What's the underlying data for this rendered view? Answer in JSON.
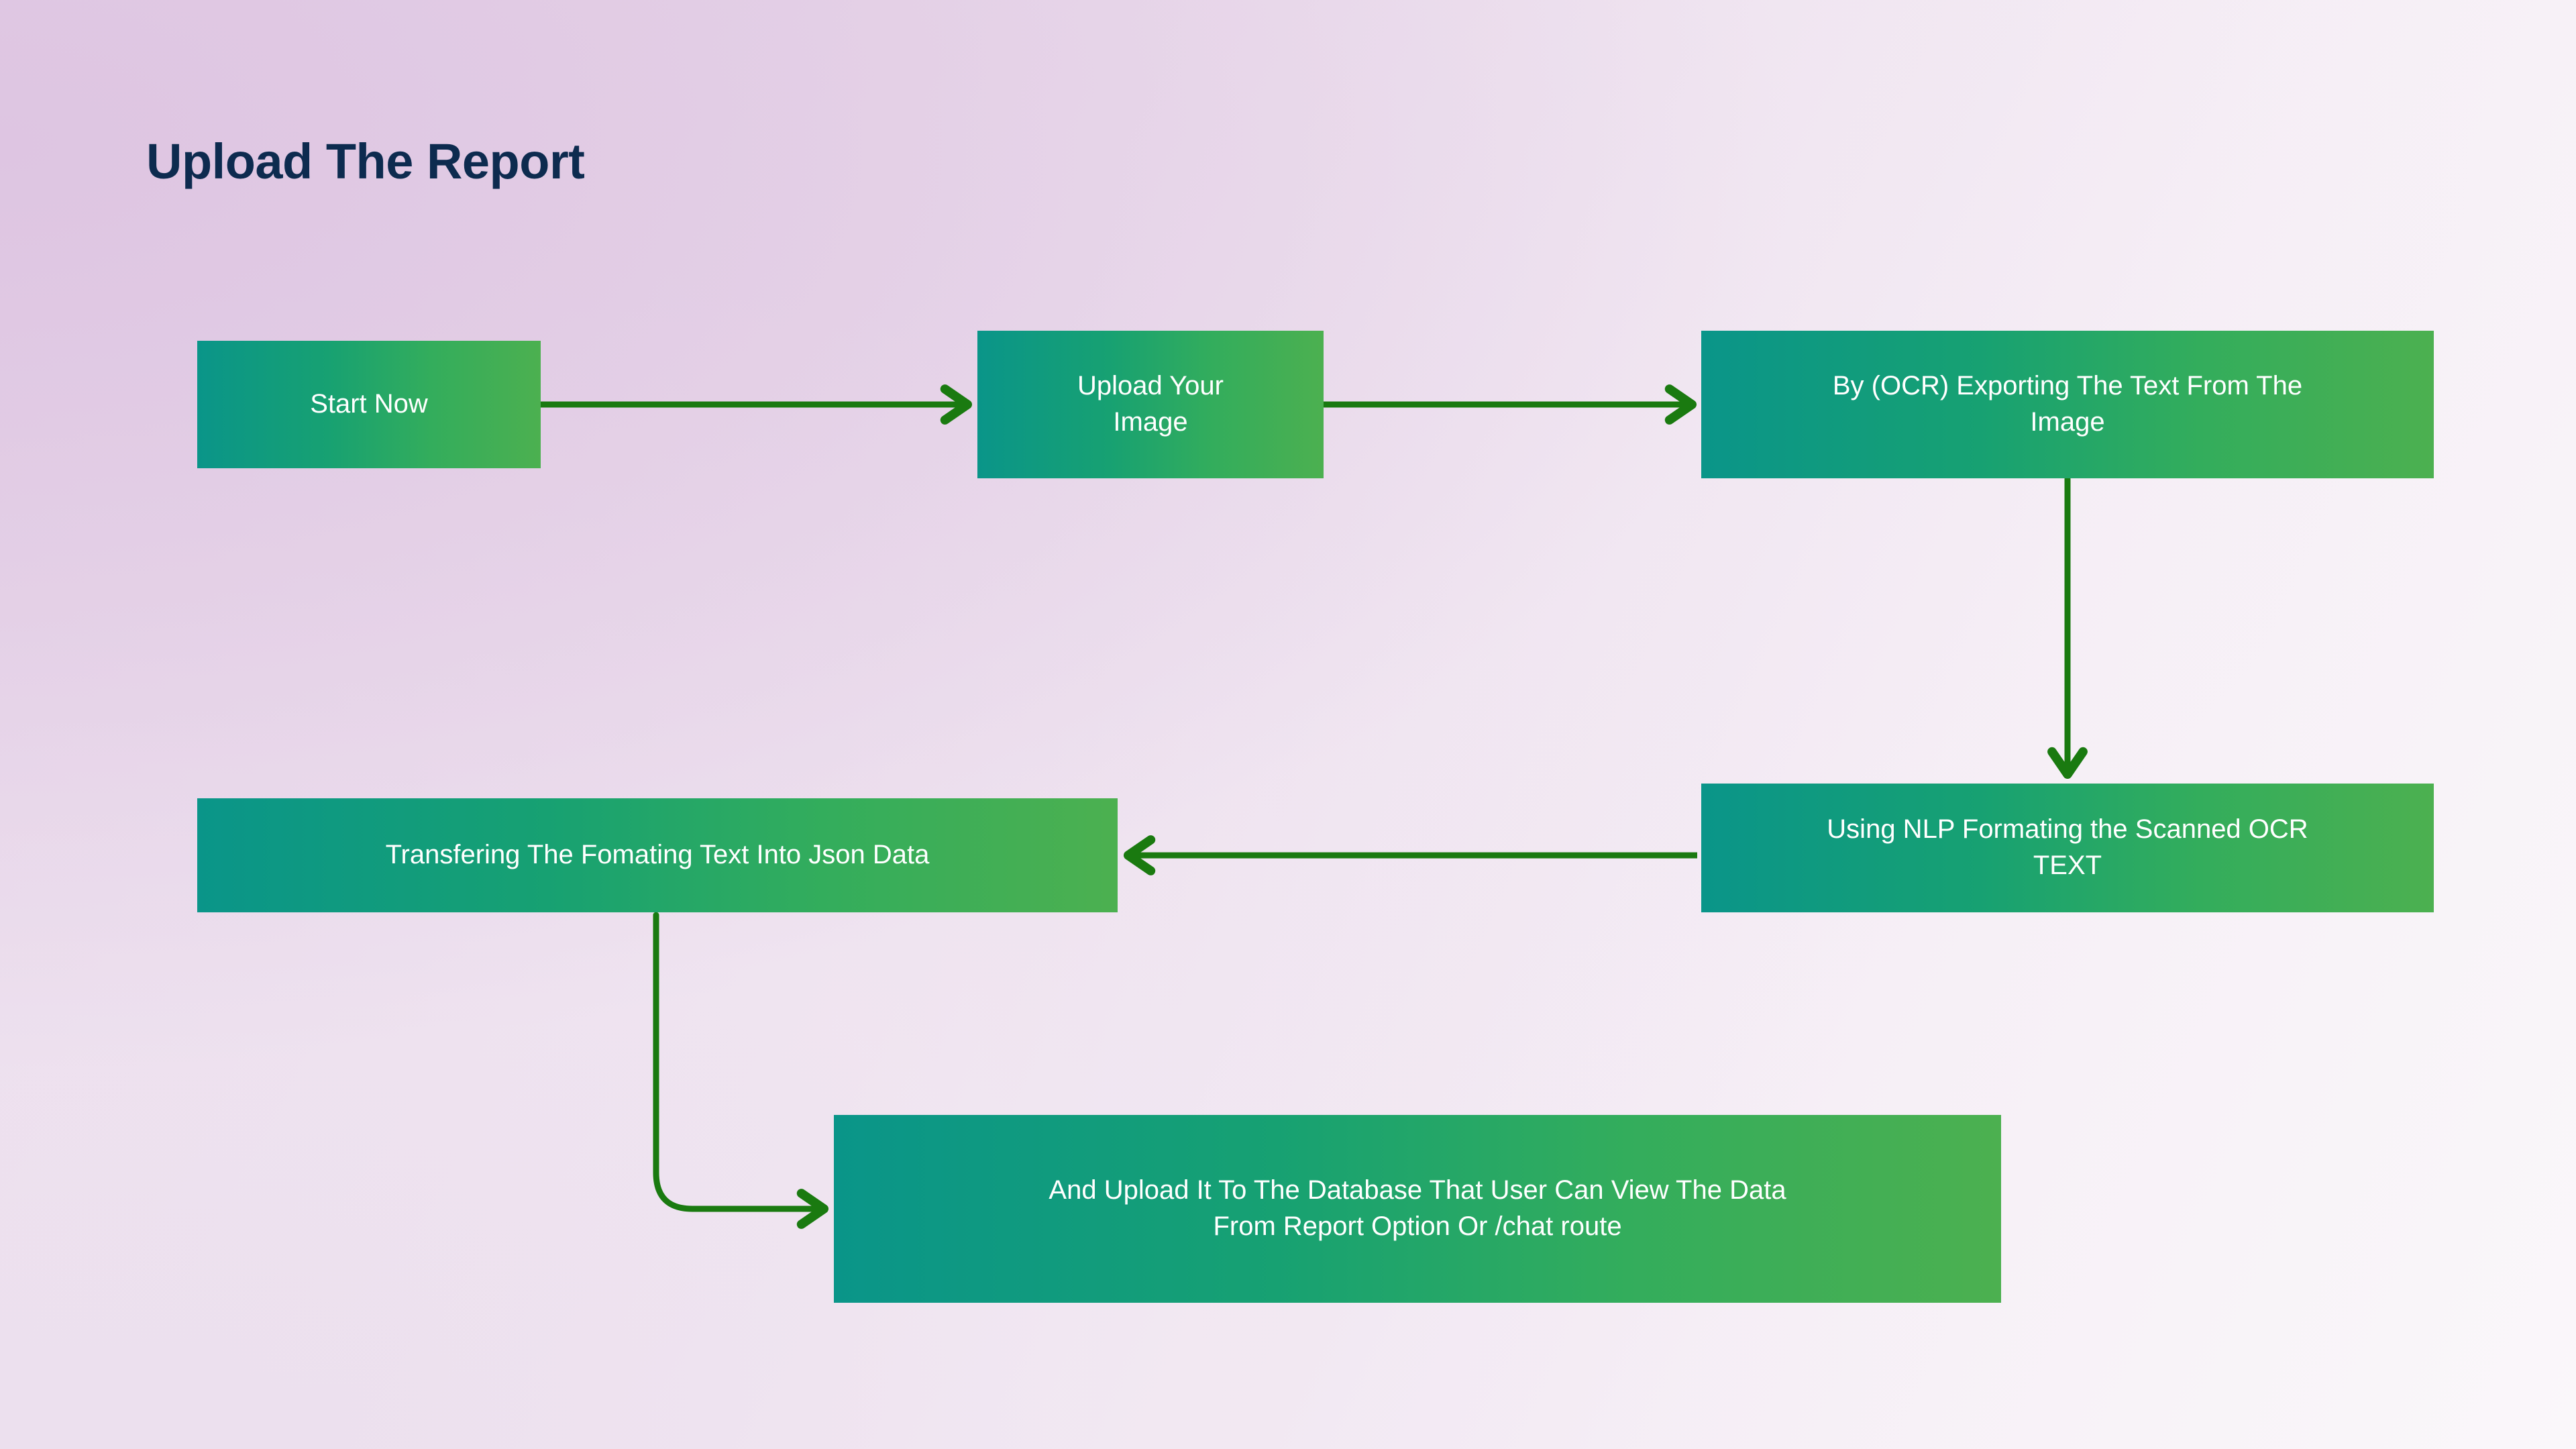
{
  "page": {
    "title": "Upload The Report",
    "background_start": "#e0c8e2",
    "background_end": "#faf7fa",
    "title_color": "#0d2b4f"
  },
  "theme": {
    "node_gradient_start": "#0a9589",
    "node_gradient_end": "#4cb050",
    "node_text_color": "#ffffff",
    "connector_color": "#1a7a10"
  },
  "diagram": {
    "type": "flowchart",
    "nodes": [
      {
        "id": "start",
        "label": "Start Now"
      },
      {
        "id": "upload",
        "label": "Upload Your\nImage"
      },
      {
        "id": "ocr",
        "label": "By (OCR) Exporting The Text From The\nImage"
      },
      {
        "id": "nlp",
        "label": "Using NLP Formating the Scanned OCR\nTEXT"
      },
      {
        "id": "transfer",
        "label": "Transfering The Fomating Text Into Json Data"
      },
      {
        "id": "database",
        "label": "And Upload It To The Database That User Can View The Data\nFrom Report Option Or /chat route"
      }
    ],
    "edges": [
      {
        "from": "start",
        "to": "upload",
        "direction": "right",
        "style": "straight"
      },
      {
        "from": "upload",
        "to": "ocr",
        "direction": "right",
        "style": "straight"
      },
      {
        "from": "ocr",
        "to": "nlp",
        "direction": "down",
        "style": "straight"
      },
      {
        "from": "nlp",
        "to": "transfer",
        "direction": "left",
        "style": "straight"
      },
      {
        "from": "transfer",
        "to": "database",
        "direction": "right",
        "style": "elbow-rounded"
      }
    ]
  }
}
